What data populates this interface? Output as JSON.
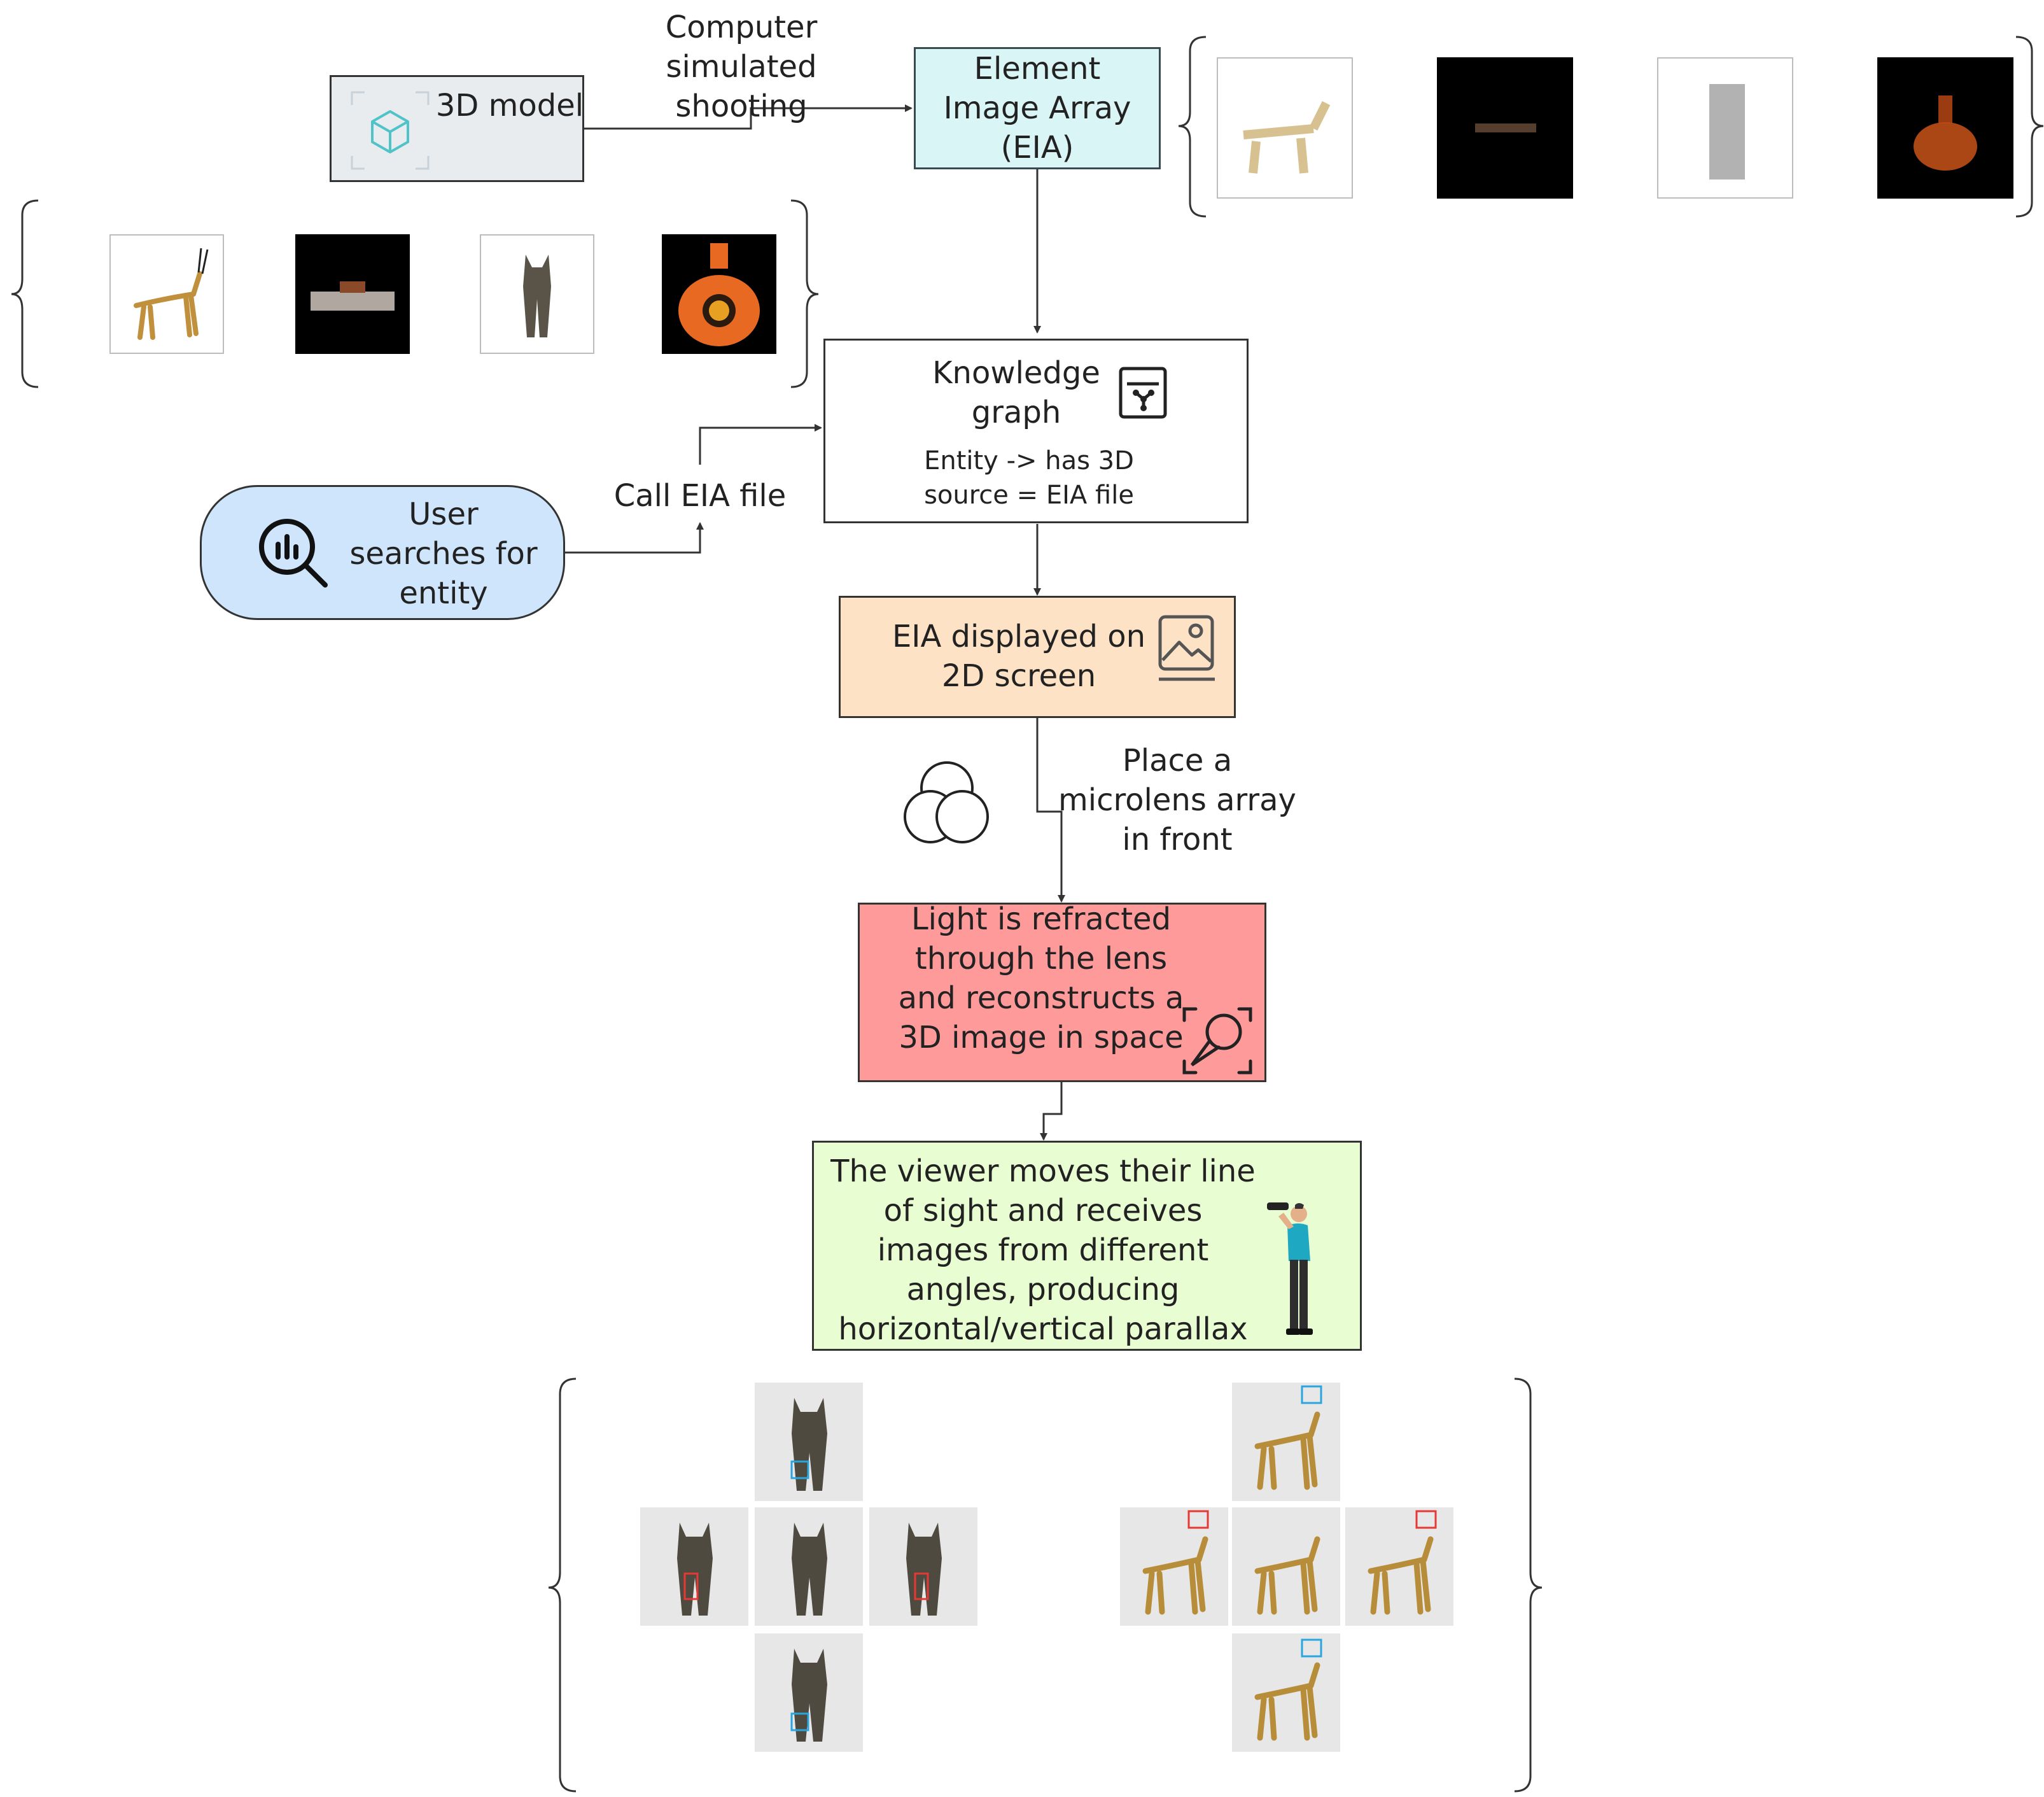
{
  "nodes": {
    "model": {
      "label": "3D model"
    },
    "eia": {
      "label": "Element Image Array (EIA)"
    },
    "kg": {
      "title": "Knowledge graph",
      "subtitle": "Entity -> has 3D source = EIA file"
    },
    "search": {
      "label": "User searches for entity"
    },
    "display": {
      "label": "EIA displayed on 2D screen"
    },
    "refract": {
      "label": "Light is refracted through the lens and reconstructs a 3D image in space"
    },
    "viewer": {
      "label": "The viewer moves their line of sight and receives images from different angles, producing horizontal/vertical parallax"
    }
  },
  "edges": {
    "shooting": "Computer simulated shooting",
    "call": "Call EIA file",
    "microlens": "Place a microlens array in front"
  },
  "colors": {
    "model_fill": "#e8ecef",
    "eia_fill": "#d9f5f5",
    "search_fill": "#cfe5fb",
    "display_fill": "#fde2c5",
    "refract_fill": "#fe9a9a",
    "viewer_fill": "#e9fdd2",
    "highlight_red": "#e53935",
    "highlight_blue": "#2aa6df"
  },
  "icons": [
    "cube-icon",
    "search-chart-icon",
    "knowledge-graph-icon",
    "image-icon",
    "lens-circles-icon",
    "capture-lens-icon",
    "viewer-person-icon"
  ]
}
